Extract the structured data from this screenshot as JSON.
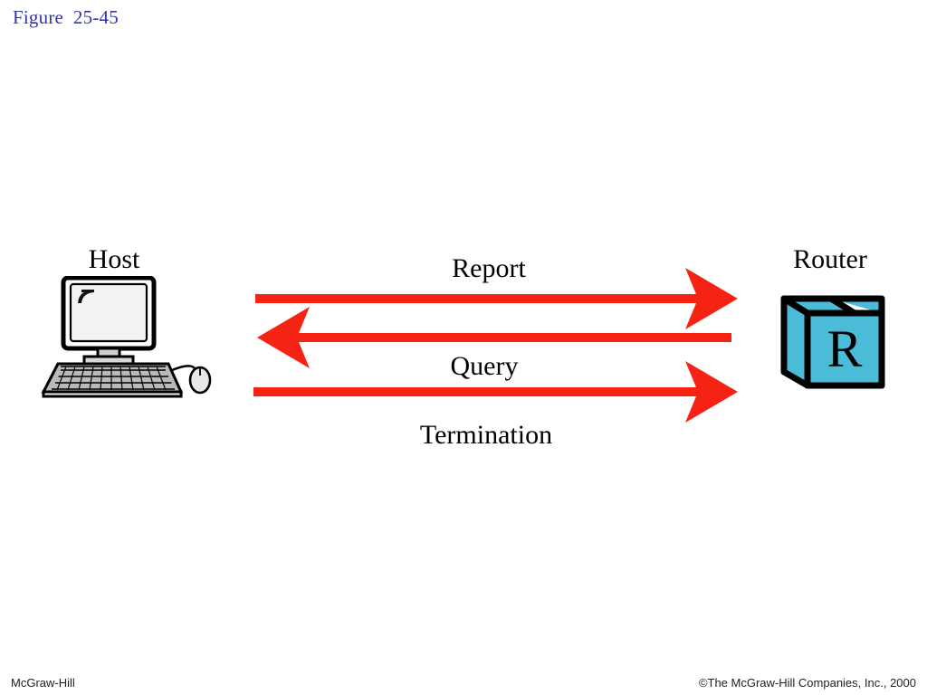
{
  "figure": {
    "title": "Figure  25-45",
    "title_color": "#3333aa"
  },
  "nodes": [
    {
      "id": "host",
      "label": "Host",
      "icon": "desktop-computer-icon"
    },
    {
      "id": "router",
      "label": "Router",
      "icon": "router-cube-icon",
      "face_text": "R",
      "color": "#4bbcd8"
    }
  ],
  "flows": [
    {
      "id": "report",
      "label": "Report",
      "direction": "right",
      "from": "host",
      "to": "router"
    },
    {
      "id": "query",
      "label": "Query",
      "direction": "left",
      "from": "router",
      "to": "host"
    },
    {
      "id": "termination",
      "label": "Termination",
      "direction": "right",
      "from": "host",
      "to": "router"
    }
  ],
  "arrow_color": "#f52314",
  "footer": {
    "left": "McGraw-Hill",
    "right": "©The McGraw-Hill Companies, Inc., 2000"
  }
}
